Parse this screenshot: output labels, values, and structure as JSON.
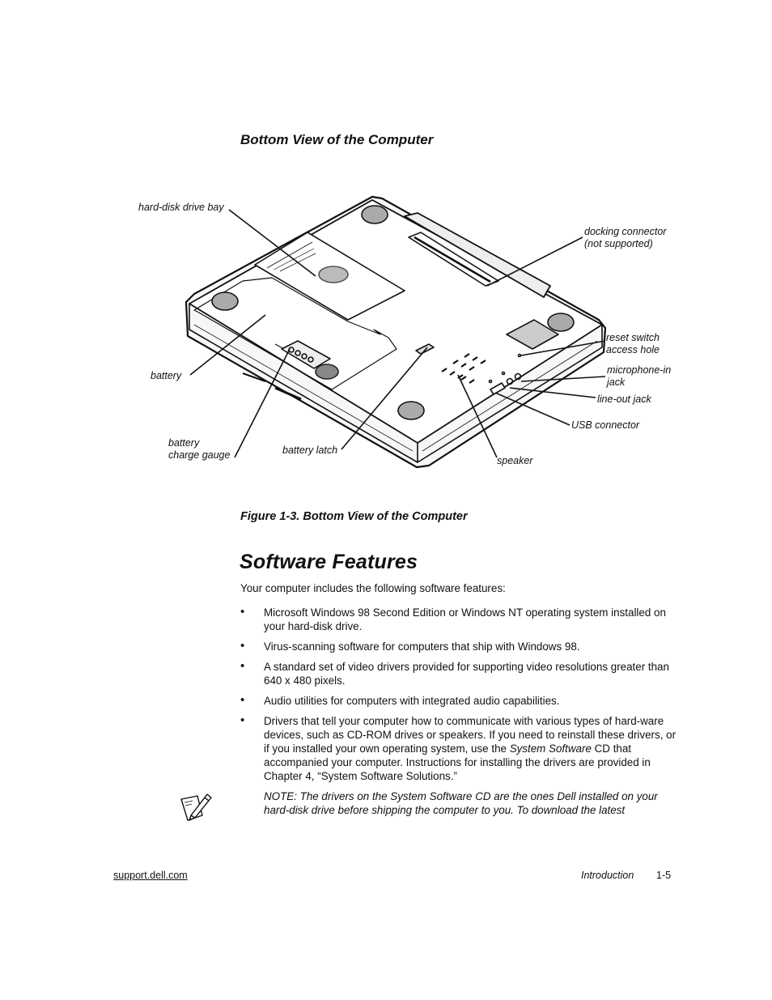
{
  "figure_heading": "Bottom View of the Computer",
  "callouts": {
    "hdd_bay": "hard-disk drive bay",
    "docking_1": "docking connector",
    "docking_2": "(not supported)",
    "reset_1": "reset switch",
    "reset_2": "access hole",
    "mic_1": "microphone-in",
    "mic_2": "jack",
    "lineout": "line-out jack",
    "usb": "USB connector",
    "battery": "battery",
    "gauge_1": "battery",
    "gauge_2": "charge gauge",
    "latch": "battery latch",
    "speaker": "speaker"
  },
  "figure_caption": "Figure 1-3.  Bottom View of the Computer",
  "section_title": "Software Features",
  "intro": "Your computer includes the following software features:",
  "bullet_glyph": "•",
  "bullets": [
    "Microsoft Windows 98 Second Edition or Windows NT operating system installed on your hard-disk drive.",
    "Virus-scanning software for computers that ship with Windows 98.",
    "A standard set of video drivers provided for supporting video resolutions greater than 640 x 480 pixels.",
    "Audio utilities for computers with integrated audio capabilities."
  ],
  "drivers_bullet": {
    "before": "Drivers that tell your computer how to communicate with various types of hard-ware devices, such as CD-ROM drives or speakers. If you need to reinstall these drivers, or if you installed your own operating system, use the ",
    "emphasis": "System Software",
    "after": " CD that accompanied your computer. Instructions for installing the drivers are provided in Chapter 4, “System Software Solutions.”"
  },
  "note": "NOTE: The drivers on the System Software CD are the ones Dell installed on your hard-disk drive before shipping the computer to you. To download the latest",
  "footer": {
    "left": "support.dell.com",
    "section": "Introduction",
    "page": "1-5"
  }
}
